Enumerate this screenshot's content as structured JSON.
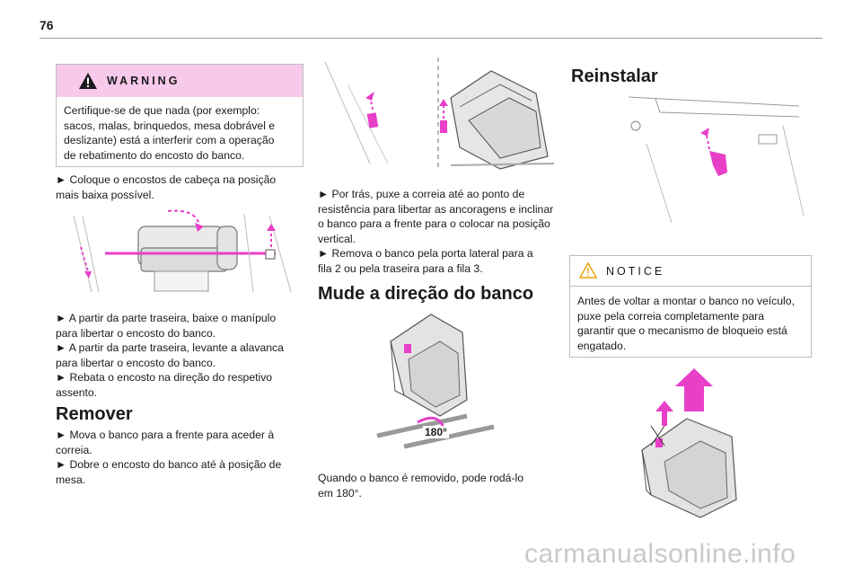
{
  "page": {
    "number": "76"
  },
  "warning": {
    "title": "WARNING",
    "text": [
      "Certifique-se de que nada (por exemplo:",
      "sacos, malas, brinquedos, mesa dobrável e",
      "deslizante) está a interferir com a operação",
      "de rebatimento do encosto do banco."
    ]
  },
  "col1": {
    "step_headrest": [
      "► Coloque o encostos de cabeça na posição",
      "mais baixa possível."
    ],
    "steps_fold": [
      "► A partir da parte traseira, baixe o manípulo",
      "para libertar o encosto do banco.",
      "► A partir da parte traseira, levante a alavanca",
      "para libertar o encosto do banco.",
      "► Rebata o encosto na direção do respetivo",
      "assento."
    ],
    "remove_heading": "Remover",
    "remove_steps": [
      "► Mova o banco para a frente para aceder à",
      "correia.",
      "► Dobre o encosto do banco até à posição de",
      "mesa."
    ]
  },
  "col2": {
    "steps": [
      "► Por trás, puxe a correia até ao ponto de",
      "resistência para libertar as ancoragens e inclinar",
      "o banco para a frente para o colocar na posição",
      "vertical.",
      "► Remova o banco pela porta lateral para a",
      "fila 2 ou pela traseira para a fila 3."
    ],
    "direction_heading": "Mude a direção do banco",
    "rotation_label": "180°",
    "rotate_note": [
      "Quando o banco é removido, pode rodá-lo",
      "em 180°."
    ]
  },
  "col3": {
    "reinstall_heading": "Reinstalar",
    "notice_title": "NOTICE",
    "notice_text": [
      "Antes de voltar a montar o banco no veículo,",
      "puxe pela correia completamente para",
      "garantir que o mecanismo de bloqueio está",
      "engatado."
    ]
  },
  "watermark": "carmanualsonline.info",
  "colors": {
    "accent_magenta": "#e83fc9",
    "warning_bg": "#f7c9ea"
  },
  "icons": [
    "warning-triangle-icon",
    "notice-triangle-icon"
  ]
}
